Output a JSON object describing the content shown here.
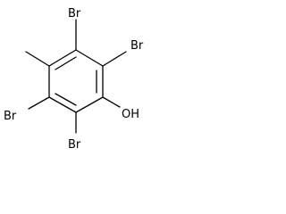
{
  "molecule": {
    "atoms": {
      "br_top": "Br",
      "br_right": "Br",
      "br_left": "Br",
      "br_bottom": "Br",
      "hydroxyl": "OH"
    }
  }
}
